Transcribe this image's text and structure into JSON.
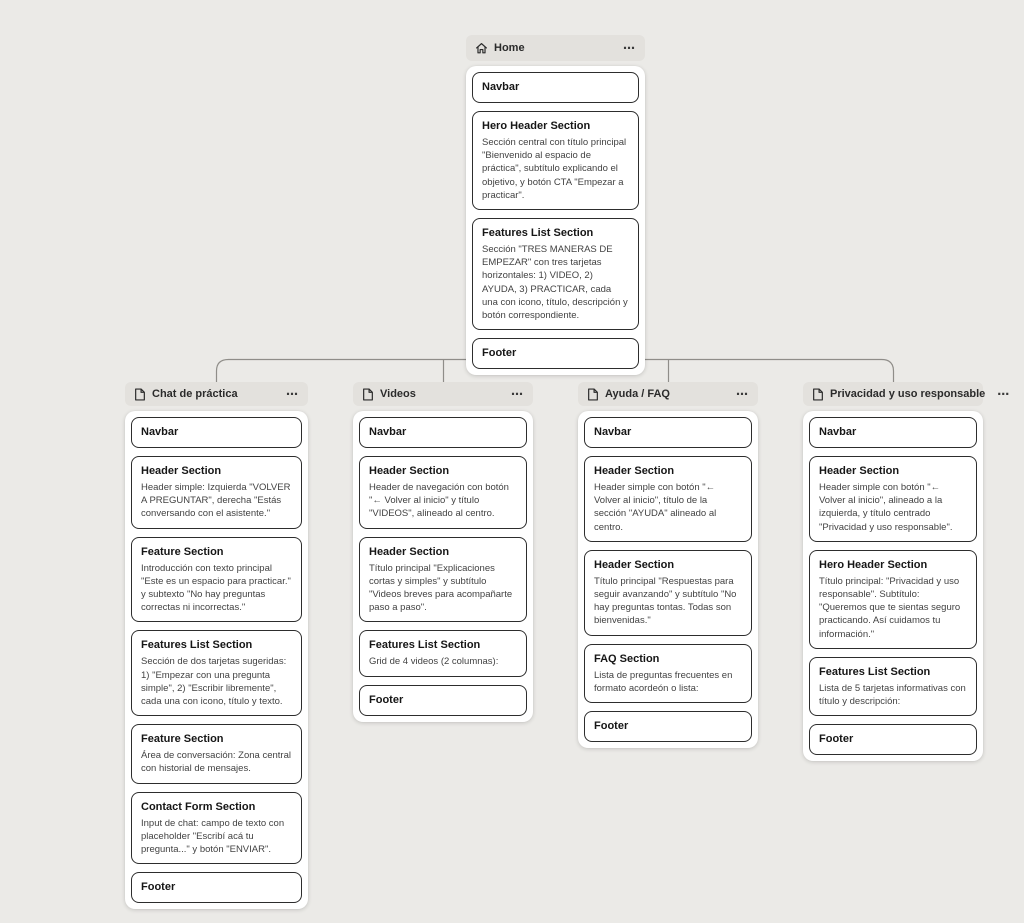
{
  "ui": {
    "menu_icon": "⋯",
    "colors": {
      "background": "#ebeae7",
      "chip_bg": "#e3e1dd",
      "card_bg": "#ffffff",
      "card_border": "#2d2d2d",
      "connector": "#8f8d89"
    }
  },
  "nodes": [
    {
      "id": "home",
      "icon": "home-icon",
      "title": "Home",
      "sections": [
        {
          "title": "Navbar",
          "body": ""
        },
        {
          "title": "Hero Header Section",
          "body": "Sección central con título principal \"Bienvenido al espacio de práctica\", subtítulo explicando el objetivo, y botón CTA \"Empezar a practicar\"."
        },
        {
          "title": "Features List Section",
          "body": "Sección \"TRES MANERAS DE EMPEZAR\" con tres tarjetas horizontales: 1) VIDEO, 2) AYUDA, 3) PRACTICAR, cada una con icono, título, descripción y botón correspondiente."
        },
        {
          "title": "Footer",
          "body": ""
        }
      ]
    },
    {
      "id": "chat",
      "icon": "page-icon",
      "title": "Chat de práctica",
      "sections": [
        {
          "title": "Navbar",
          "body": ""
        },
        {
          "title": "Header Section",
          "body": "Header simple: Izquierda \"VOLVER A PREGUNTAR\", derecha \"Estás conversando con el asistente.\""
        },
        {
          "title": "Feature Section",
          "body": "Introducción con texto principal \"Este es un espacio para practicar.\" y subtexto \"No hay preguntas correctas ni incorrectas.\""
        },
        {
          "title": "Features List Section",
          "body": "Sección de dos tarjetas sugeridas: 1) \"Empezar con una pregunta simple\", 2) \"Escribir libremente\", cada una con icono, título y texto."
        },
        {
          "title": "Feature Section",
          "body": "Área de conversación: Zona central con historial de mensajes."
        },
        {
          "title": "Contact Form Section",
          "body": "Input de chat: campo de texto con placeholder \"Escribí acá tu pregunta...\" y botón \"ENVIAR\"."
        },
        {
          "title": "Footer",
          "body": ""
        }
      ]
    },
    {
      "id": "videos",
      "icon": "page-icon",
      "title": "Videos",
      "sections": [
        {
          "title": "Navbar",
          "body": ""
        },
        {
          "title": "Header Section",
          "body": "Header de navegación con botón \"← Volver al inicio\" y título \"VIDEOS\", alineado al centro."
        },
        {
          "title": "Header Section",
          "body": "Título principal \"Explicaciones cortas y simples\" y subtítulo \"Videos breves para acompañarte paso a paso\"."
        },
        {
          "title": "Features List Section",
          "body": "Grid de 4 videos (2 columnas):"
        },
        {
          "title": "Footer",
          "body": ""
        }
      ]
    },
    {
      "id": "ayuda",
      "icon": "page-icon",
      "title": "Ayuda / FAQ",
      "sections": [
        {
          "title": "Navbar",
          "body": ""
        },
        {
          "title": "Header Section",
          "body": "Header simple con botón \"← Volver al inicio\", título de la sección \"AYUDA\" alineado al centro."
        },
        {
          "title": "Header Section",
          "body": "Título principal \"Respuestas para seguir avanzando\" y subtítulo \"No hay preguntas tontas. Todas son bienvenidas.\""
        },
        {
          "title": "FAQ Section",
          "body": "Lista de preguntas frecuentes en formato acordeón o lista:"
        },
        {
          "title": "Footer",
          "body": ""
        }
      ]
    },
    {
      "id": "privacidad",
      "icon": "page-icon",
      "title": "Privacidad y uso responsable",
      "sections": [
        {
          "title": "Navbar",
          "body": ""
        },
        {
          "title": "Header Section",
          "body": "Header simple con botón \"← Volver al inicio\", alineado a la izquierda, y título centrado \"Privacidad y uso responsable\"."
        },
        {
          "title": "Hero Header Section",
          "body": "Título principal: \"Privacidad y uso responsable\". Subtítulo: \"Queremos que te sientas seguro practicando. Así cuidamos tu información.\""
        },
        {
          "title": "Features List Section",
          "body": "Lista de 5 tarjetas informativas con título y descripción:"
        },
        {
          "title": "Footer",
          "body": ""
        }
      ]
    }
  ]
}
